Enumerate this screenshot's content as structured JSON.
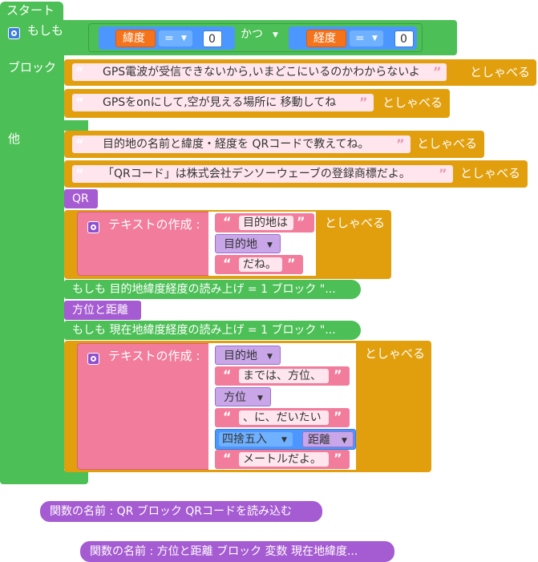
{
  "start_label": "スタート",
  "if_block": {
    "keyword": "もしも",
    "cond_left": {
      "var": "緯度",
      "op": "=",
      "value": "0"
    },
    "and_label": "かつ",
    "cond_right": {
      "var": "経度",
      "op": "=",
      "value": "0"
    },
    "then_label": "ブロック",
    "else_label": "他"
  },
  "then_blocks": [
    {
      "text": "GPS電波が受信できないから,いまどこにいるのかわからないよ",
      "verb": "としゃべる"
    },
    {
      "text": "GPSをonにして,空が見える場所に 移動してね",
      "verb": "としゃべる"
    }
  ],
  "else_blocks": {
    "speak1": {
      "text": "目的地の名前と緯度・経度を QRコードで教えてね。",
      "verb": "としゃべる"
    },
    "speak2": {
      "text": "「QRコード」は株式会社デンソーウェーブの登録商標だよ。",
      "verb": "としゃべる"
    },
    "call_qr": "QR",
    "speak3": {
      "create_text": "テキストの作成 :",
      "verb": "としゃべる",
      "items": [
        "目的地は",
        "目的地",
        "だね。"
      ]
    },
    "collapsed1": "もしも 目的地緯度経度の読み上げ = 1 ブロック \"...",
    "call_dist": "方位と距離",
    "collapsed2": "もしも 現在地緯度経度の読み上げ = 1 ブロック \"...",
    "speak4": {
      "create_text": "テキストの作成 :",
      "verb": "としゃべる",
      "items": [
        "目的地",
        "までは、方位、",
        "方位",
        "、に、だいたい",
        "四捨五入",
        "距離",
        "メートルだよ。"
      ]
    }
  },
  "func1": "関数の名前 :  QR  ブロック QRコードを読み込む",
  "func2": "関数の名前 :  方位と距離  ブロック 変数 現在地緯度..."
}
